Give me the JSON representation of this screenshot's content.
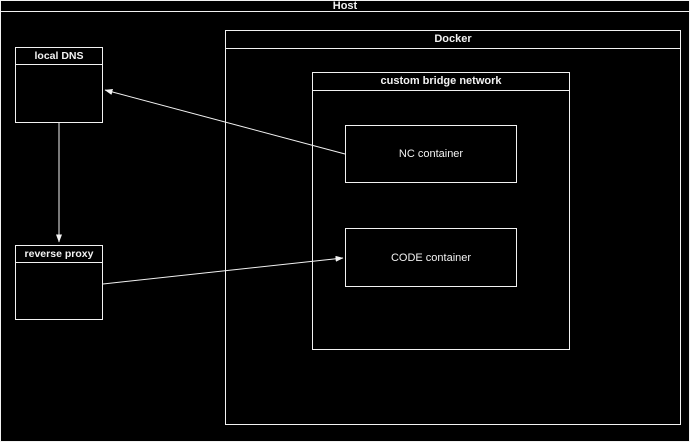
{
  "diagram": {
    "host": {
      "label": "Host"
    },
    "docker": {
      "label": "Docker"
    },
    "bridge": {
      "label": "custom bridge network"
    },
    "nc": {
      "label": "NC container"
    },
    "code": {
      "label": "CODE container"
    },
    "dns": {
      "label": "local DNS"
    },
    "proxy": {
      "label": "reverse proxy"
    }
  },
  "colors": {
    "background": "#000000",
    "line": "#f2f2f2",
    "text": "#f2f2f2"
  }
}
